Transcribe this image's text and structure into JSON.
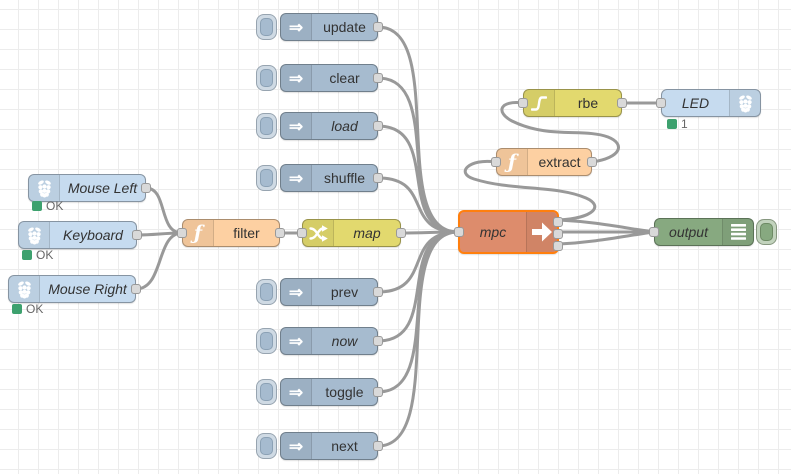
{
  "canvas": {
    "grid_size": 20,
    "background": "#ffffff",
    "grid_color": "#ececec",
    "wire_color": "#999999",
    "selection_color": "#ff7f0e",
    "status_ok_color": "#3da16e"
  },
  "icons": {
    "inject_arrow": "⇒",
    "function_f": "ƒ"
  },
  "nodes": {
    "mouse_left": {
      "label": "Mouse Left",
      "type": "rpi-input",
      "icon": "raspberry-pi-icon",
      "color": "#c6dbef",
      "status": "OK"
    },
    "keyboard": {
      "label": "Keyboard",
      "type": "rpi-input",
      "icon": "raspberry-pi-icon",
      "color": "#c6dbef",
      "status": "OK"
    },
    "mouse_right": {
      "label": "Mouse Right",
      "type": "rpi-input",
      "icon": "raspberry-pi-icon",
      "color": "#c6dbef",
      "status": "OK"
    },
    "filter": {
      "label": "filter",
      "type": "function",
      "icon": "function-icon",
      "color": "#fdd0a2"
    },
    "map": {
      "label": "map",
      "type": "switch",
      "icon": "shuffle-icon",
      "color": "#e2d96e"
    },
    "update": {
      "label": "update",
      "type": "inject",
      "icon": "inject-arrow-icon",
      "color": "#a6bbcf"
    },
    "clear": {
      "label": "clear",
      "type": "inject",
      "icon": "inject-arrow-icon",
      "color": "#a6bbcf"
    },
    "load": {
      "label": "load",
      "type": "inject",
      "icon": "inject-arrow-icon",
      "color": "#a6bbcf"
    },
    "shuffle": {
      "label": "shuffle",
      "type": "inject",
      "icon": "inject-arrow-icon",
      "color": "#a6bbcf"
    },
    "prev": {
      "label": "prev",
      "type": "inject",
      "icon": "inject-arrow-icon",
      "color": "#a6bbcf"
    },
    "now": {
      "label": "now",
      "type": "inject",
      "icon": "inject-arrow-icon",
      "color": "#a6bbcf"
    },
    "toggle": {
      "label": "toggle",
      "type": "inject",
      "icon": "inject-arrow-icon",
      "color": "#a6bbcf"
    },
    "next": {
      "label": "next",
      "type": "inject",
      "icon": "inject-arrow-icon",
      "color": "#a6bbcf"
    },
    "mpc": {
      "label": "mpc",
      "type": "mpc",
      "icon": "arrow-right-icon",
      "color": "#dd8c6c",
      "selected": true,
      "outputs": 3
    },
    "extract": {
      "label": "extract",
      "type": "function",
      "icon": "function-icon",
      "color": "#fdd0a2"
    },
    "rbe": {
      "label": "rbe",
      "type": "rbe",
      "icon": "hysteresis-icon",
      "color": "#e2d96e"
    },
    "led": {
      "label": "LED",
      "type": "rpi-output",
      "icon": "raspberry-pi-icon",
      "color": "#c6dbef",
      "status": "1"
    },
    "output": {
      "label": "output",
      "type": "debug",
      "icon": "debug-list-icon",
      "color": "#87a980"
    }
  },
  "wires": [
    {
      "from": "mouse_left",
      "to": "filter"
    },
    {
      "from": "keyboard",
      "to": "filter"
    },
    {
      "from": "mouse_right",
      "to": "filter"
    },
    {
      "from": "filter",
      "to": "map"
    },
    {
      "from": "map",
      "to": "mpc"
    },
    {
      "from": "update",
      "to": "mpc"
    },
    {
      "from": "clear",
      "to": "mpc"
    },
    {
      "from": "load",
      "to": "mpc"
    },
    {
      "from": "shuffle",
      "to": "mpc"
    },
    {
      "from": "prev",
      "to": "mpc"
    },
    {
      "from": "now",
      "to": "mpc"
    },
    {
      "from": "toggle",
      "to": "mpc"
    },
    {
      "from": "next",
      "to": "mpc"
    },
    {
      "from": "mpc:1",
      "to": "extract"
    },
    {
      "from": "mpc:1",
      "to": "output"
    },
    {
      "from": "mpc:2",
      "to": "output"
    },
    {
      "from": "mpc:3",
      "to": "output"
    },
    {
      "from": "extract",
      "to": "rbe"
    },
    {
      "from": "rbe",
      "to": "led"
    }
  ]
}
